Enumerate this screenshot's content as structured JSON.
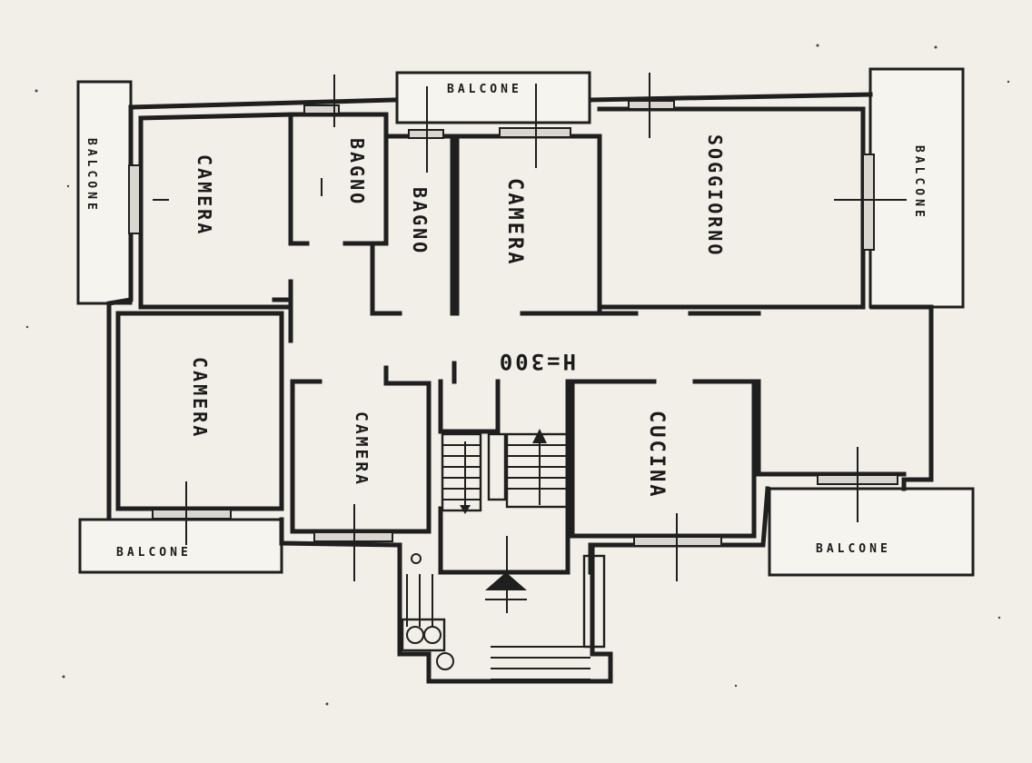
{
  "rooms": {
    "camera_top_left": "CAMERA",
    "bagno_1": "BAGNO",
    "bagno_2": "BAGNO",
    "camera_center": "CAMERA",
    "soggiorno": "SOGGIORNO",
    "camera_bottom_left": "CAMERA",
    "camera_bottom_center": "CAMERA",
    "cucina": "CUCINA"
  },
  "balconies": {
    "top": "BALCONE",
    "left": "BALCONE",
    "right": "BALCONE",
    "bottom_left": "BALCONE",
    "bottom_right": "BALCONE"
  },
  "height_note": "H=300",
  "colors": {
    "paper": "#f1efe7",
    "ink": "#1f1f1f"
  }
}
